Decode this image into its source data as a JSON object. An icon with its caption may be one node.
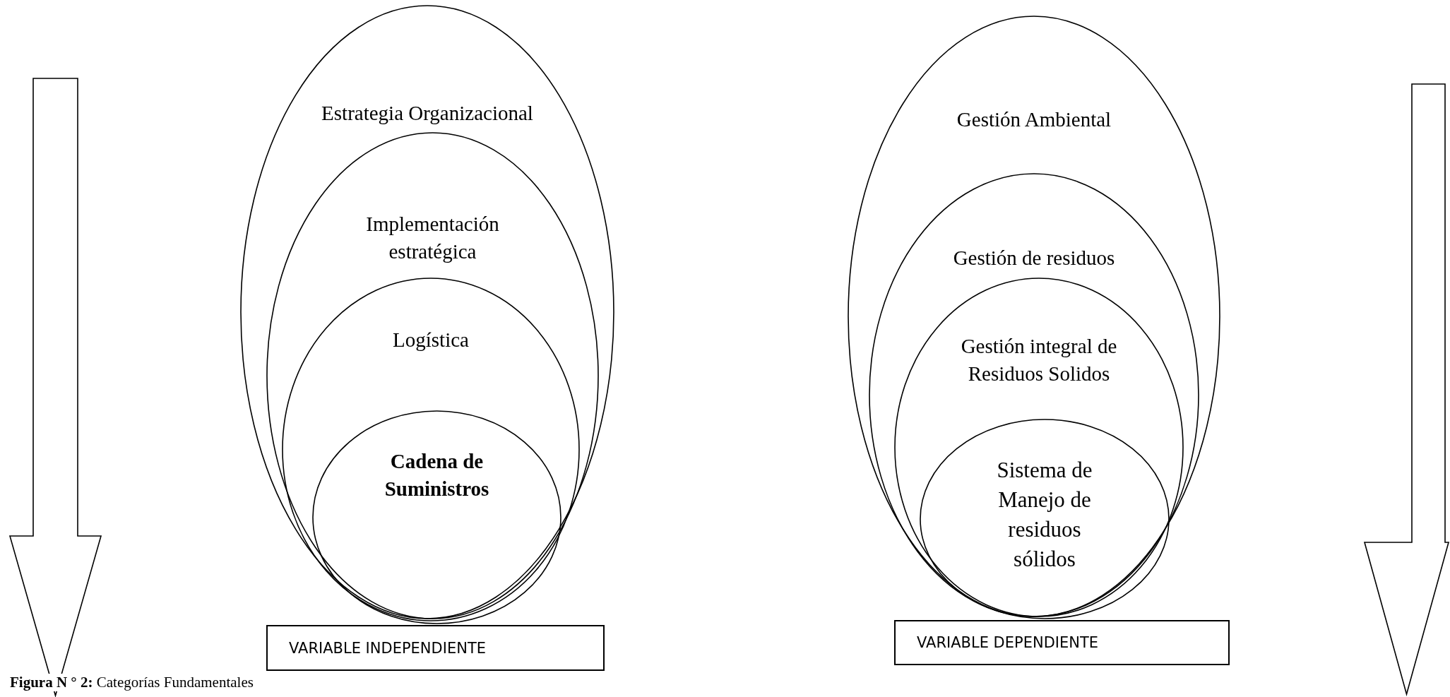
{
  "diagram": {
    "caption": "**Figura N ° 2:** Categorías Fundamentales",
    "nodes": [
      {
        "text": [
          "Estrategia Organizacional"
        ]
      },
      {
        "text": [
          "Implementación estratégica"
        ],
        "in": 0
      },
      {
        "text": [
          "Logística"
        ],
        "in": 1
      },
      {
        "text": [
          "Cadena de Suministros"
        ],
        "in": 2
      },
      {
        "text": [
          "VARIABLE INDEPENDIENTE"
        ]
      },
      {
        "text": [
          "Gestión Ambiental"
        ]
      },
      {
        "text": [
          "Gestión de residuos"
        ],
        "in": 5
      },
      {
        "text": [
          "Gestión integral de Residuos Solidos"
        ],
        "in": 6
      },
      {
        "text": [
          "Sistema de Manejo de residuos sólidos"
        ],
        "in": 7
      },
      {
        "text": [
          "VARIABLE DEPENDIENTE"
        ]
      }
    ],
    "edges": []
  }
}
